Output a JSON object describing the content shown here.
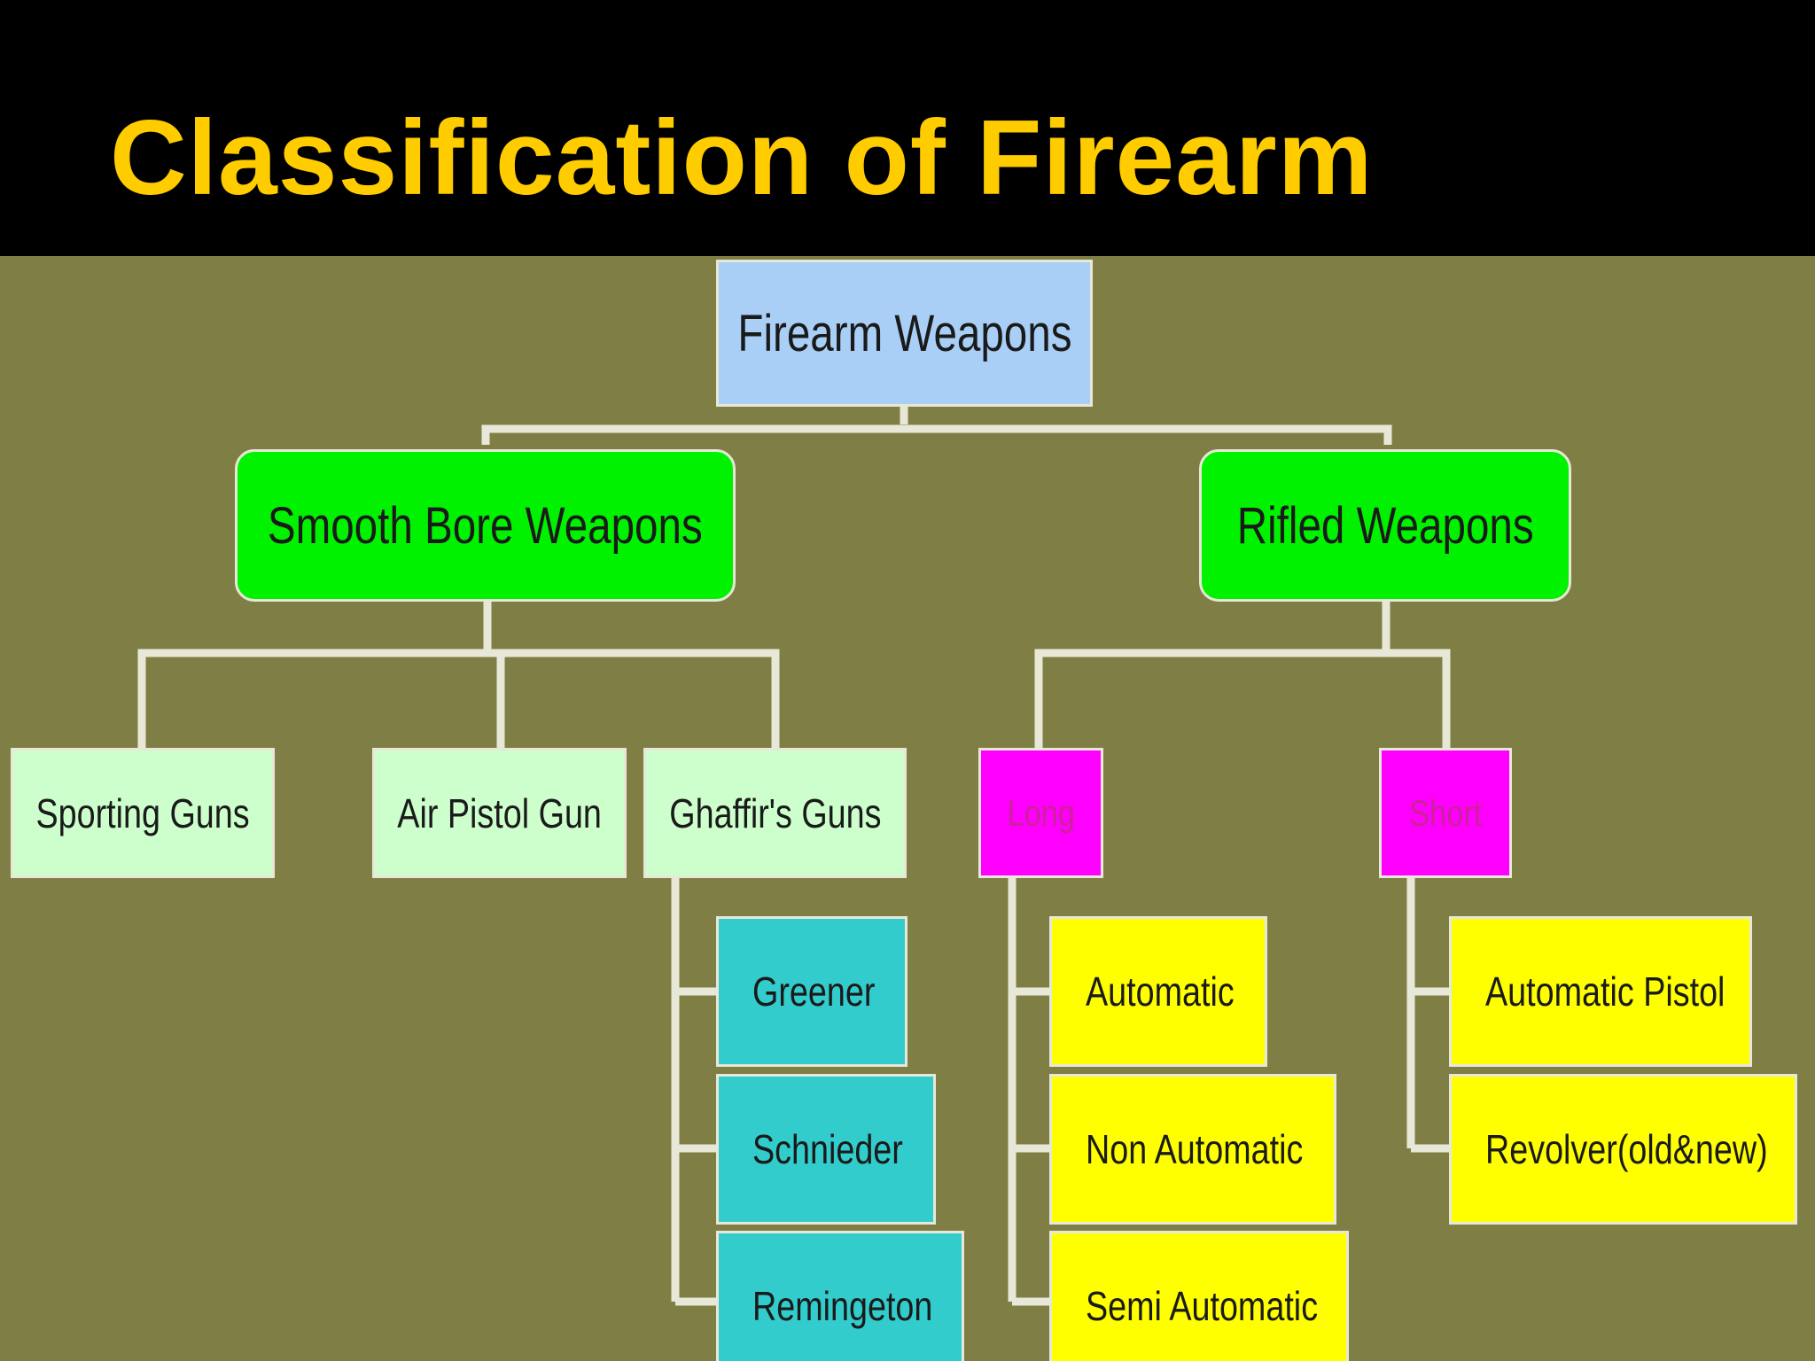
{
  "title": "Classification of Firearm",
  "colors": {
    "title_text": "#ffcc00",
    "header_background": "#000000",
    "diagram_background": "#7f7f45",
    "root_node": "#a9cff7",
    "class_node": "#00f200",
    "sub_node": "#ccffcc",
    "rifled_sub_node": "#ff00ff",
    "smooth_leaf_node": "#33cccc",
    "rifled_leaf_node": "#ffff00",
    "connector": "#e8e8d8"
  },
  "diagram": {
    "root": "Firearm Weapons",
    "smooth_bore": {
      "label": "Smooth Bore Weapons",
      "children": [
        "Sporting Guns",
        "Air Pistol Gun",
        "Ghaffir's Guns"
      ],
      "ghaffirs_guns": [
        "Greener",
        "Schnieder",
        "Remingeton"
      ]
    },
    "rifled": {
      "label": "Rifled Weapons",
      "long": {
        "label": "Long",
        "items": [
          "Automatic",
          "Non Automatic",
          "Semi Automatic"
        ]
      },
      "short": {
        "label": "Short",
        "items": [
          "Automatic Pistol",
          "Revolver(old&new)"
        ]
      }
    }
  }
}
